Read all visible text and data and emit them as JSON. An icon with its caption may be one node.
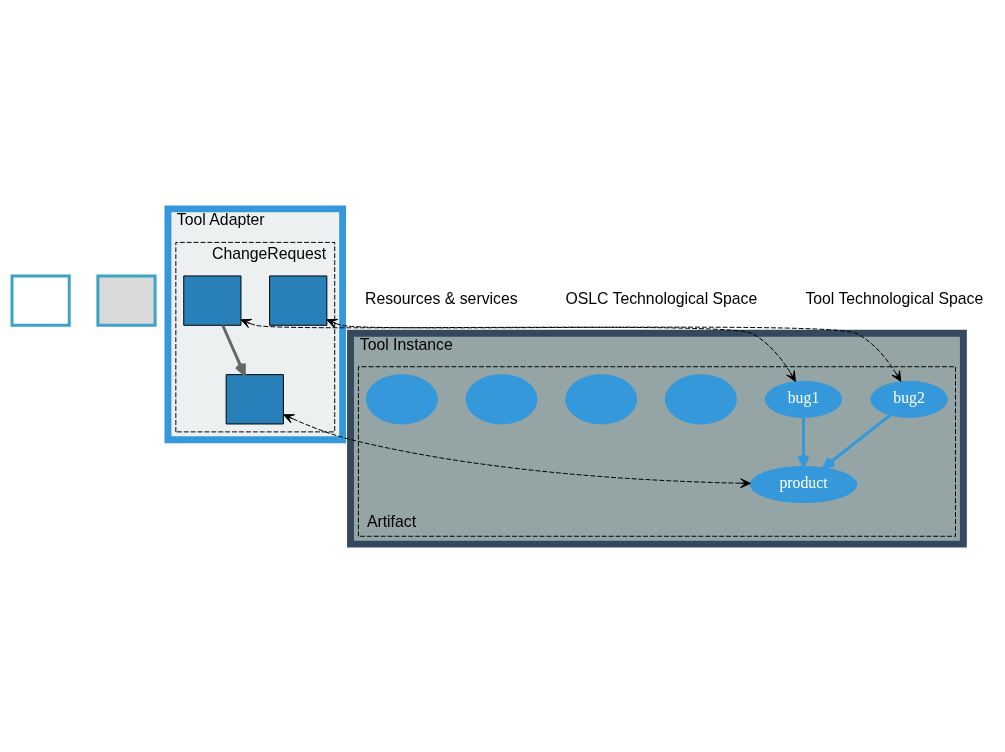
{
  "diagram": {
    "nodes": [
      {
        "text": [],
        "shape": "box"
      },
      {
        "text": [],
        "shape": "box"
      },
      {
        "text": [
          "Tool Adapter"
        ]
      },
      {
        "text": [
          "ChangeRequest"
        ],
        "in": 2
      },
      {
        "text": [],
        "shape": "box",
        "in": 3
      },
      {
        "text": [],
        "shape": "box",
        "in": 3
      },
      {
        "text": [],
        "shape": "box",
        "in": 3
      },
      {
        "text": [
          "Tool Instance"
        ]
      },
      {
        "text": [
          "Artifact"
        ],
        "in": 7
      },
      {
        "text": [
          "bug1"
        ],
        "in": 8
      },
      {
        "text": [
          "bug2"
        ],
        "in": 8
      },
      {
        "text": [
          "product"
        ],
        "in": 8
      },
      {
        "text": [],
        "shape": "ellipse",
        "in": 8
      },
      {
        "text": [],
        "shape": "ellipse",
        "in": 8
      },
      {
        "text": [],
        "shape": "ellipse",
        "in": 8
      },
      {
        "text": [],
        "shape": "ellipse",
        "in": 8
      }
    ],
    "edges": [
      {
        "from": 5,
        "to": 6,
        "arrow": "to",
        "style": "thick",
        "color": "#666666"
      },
      {
        "from": 9,
        "to": 11,
        "arrow": "to",
        "style": "thick",
        "color": "#3498db"
      },
      {
        "from": 10,
        "to": 11,
        "arrow": "to",
        "style": "thick",
        "color": "#3498db"
      },
      {
        "from": 4,
        "to": 10,
        "arrow": "both",
        "style": "dashed"
      },
      {
        "from": 5,
        "to": 9,
        "arrow": "both",
        "style": "dashed"
      },
      {
        "from": 6,
        "to": 11,
        "arrow": "both",
        "style": "dashed"
      }
    ],
    "labels": [
      "Resources & services",
      "OSLC Technological Space",
      "Tool Technological Space"
    ]
  }
}
